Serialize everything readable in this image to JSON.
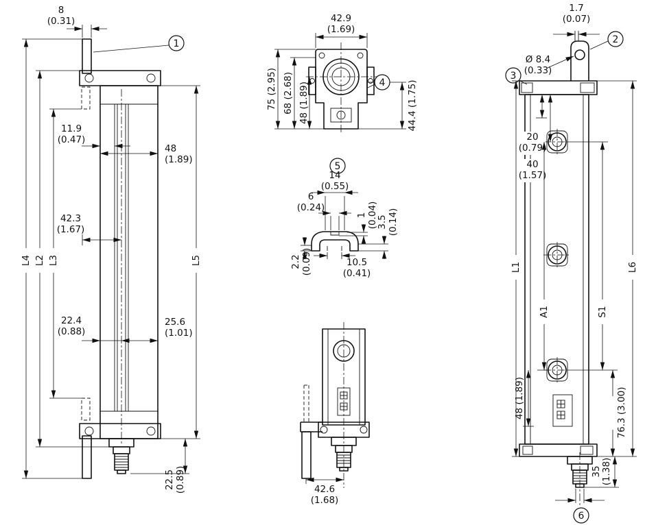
{
  "callouts": {
    "c1": "1",
    "c2": "2",
    "c3": "3",
    "c4": "4",
    "c5": "5",
    "c6": "6"
  },
  "front": {
    "w8": "8",
    "w8i": "(0.31)",
    "off119": "11.9",
    "off119i": "(0.47)",
    "w48": "48",
    "w48i": "(1.89)",
    "d423": "42.3",
    "d423i": "(1.67)",
    "d224": "22.4",
    "d224i": "(0.88)",
    "d256": "25.6",
    "d256i": "(1.01)",
    "d225": "22.5",
    "d225i": "(0.89)",
    "L4": "L4",
    "L2": "L2",
    "L3": "L3",
    "L5": "L5"
  },
  "top": {
    "w429": "42.9",
    "w429i": "(1.69)",
    "h75": "75 (2.95)",
    "h68": "68 (2.68)",
    "h48": "48 (1.89)",
    "h444": "44.4 (1.75)"
  },
  "slot": {
    "w14": "14",
    "w14i": "(0.55)",
    "w6": "6",
    "w6i": "(0.24)",
    "d1": "1",
    "d1i": "(0.04)",
    "d35": "3.5",
    "d35i": "(0.14)",
    "d22": "2.2",
    "d22i": "(0.09)",
    "w105": "10.5",
    "w105i": "(0.41)"
  },
  "bottom": {
    "w426": "42.6",
    "w426i": "(1.68)"
  },
  "side": {
    "t17": "1.7",
    "t17i": "(0.07)",
    "hole": "Ø 8.4",
    "holei": "(0.33)",
    "d20": "20",
    "d20i": "(0.79)",
    "d40": "40",
    "d40i": "(1.57)",
    "L1": "L1",
    "A1": "A1",
    "S1": "S1",
    "L6": "L6",
    "h48": "48 (1.89)",
    "h763": "76.3 (3.00)",
    "h35": "35",
    "h35i": "(1.38)"
  }
}
